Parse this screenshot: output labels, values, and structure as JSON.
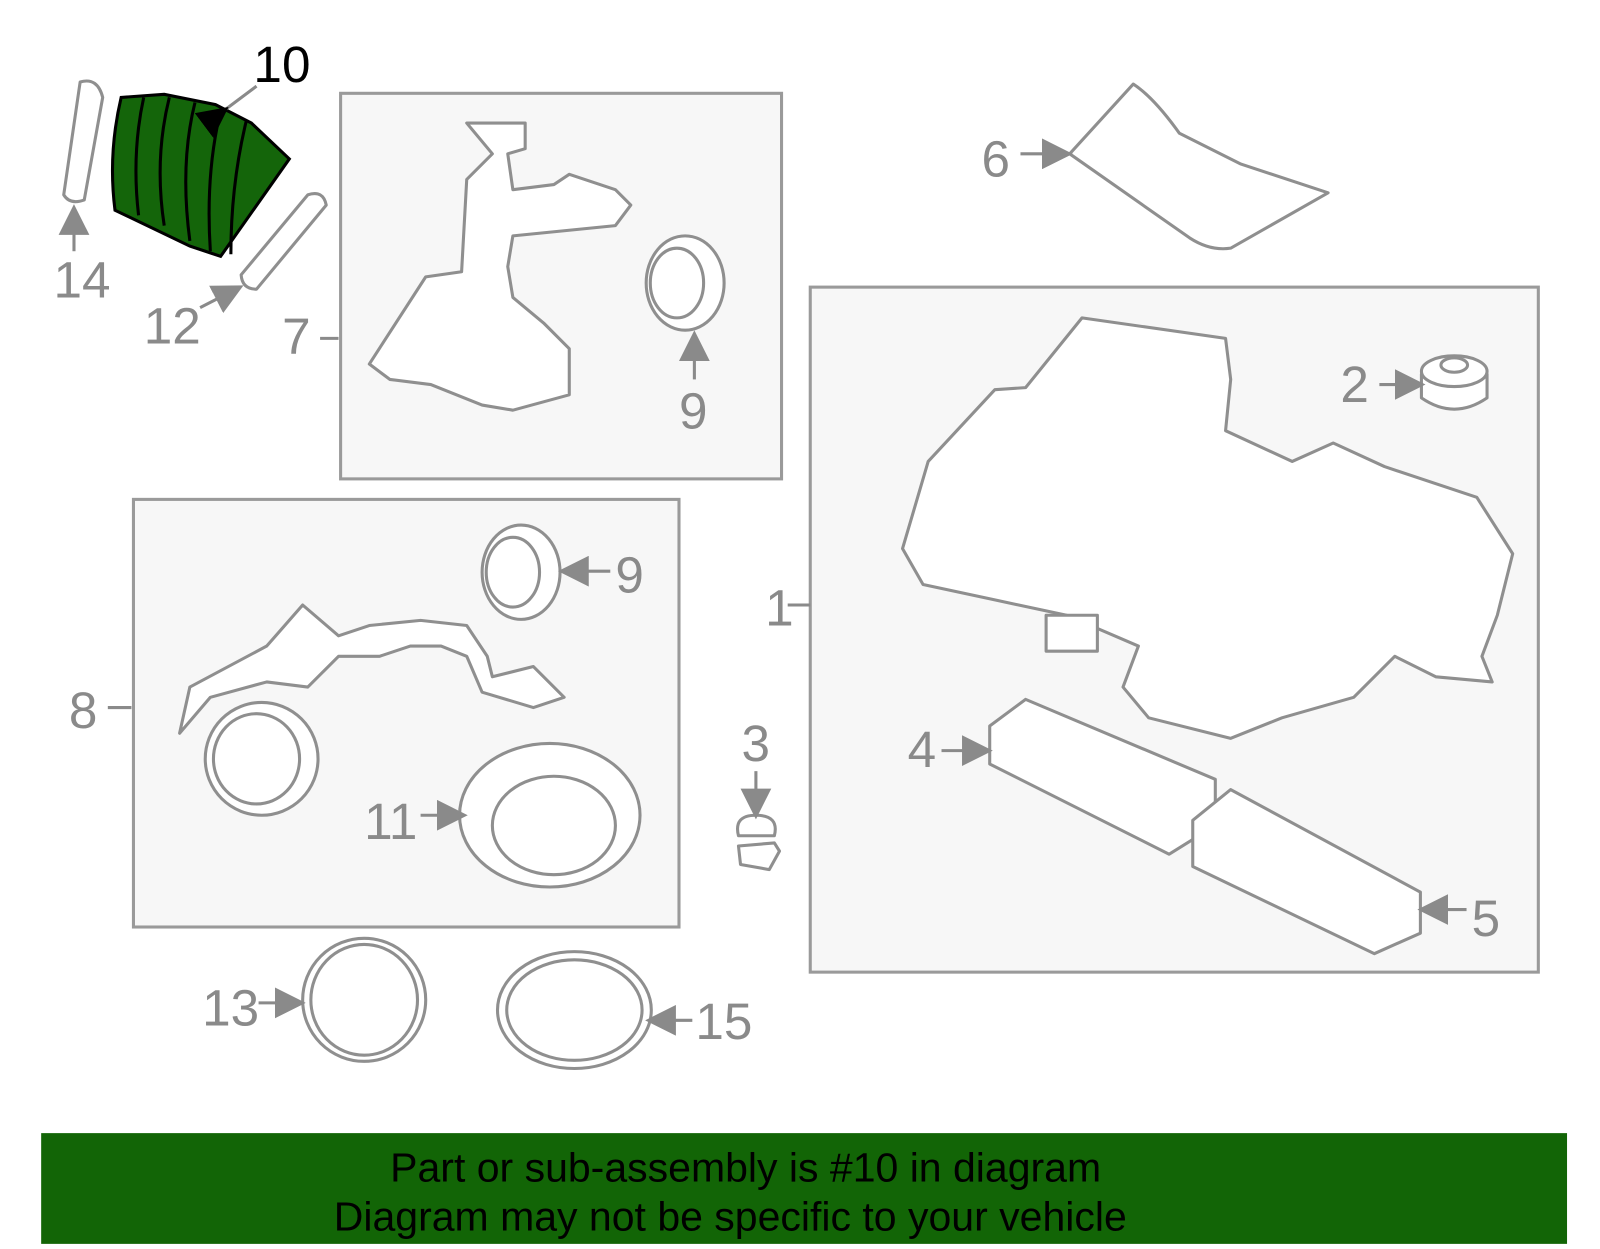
{
  "colors": {
    "highlight": "#14650a",
    "banner": "#126506",
    "line": "#8f8f8f"
  },
  "callouts": {
    "c1": "1",
    "c2": "2",
    "c3": "3",
    "c4": "4",
    "c5": "5",
    "c6": "6",
    "c7": "7",
    "c8": "8",
    "c9a": "9",
    "c9b": "9",
    "c10": "10",
    "c11": "11",
    "c12": "12",
    "c13": "13",
    "c14": "14",
    "c15": "15"
  },
  "banner": {
    "line1": "Part or sub-assembly is #10 in diagram",
    "line2": "Diagram may not be specific to your vehicle"
  }
}
